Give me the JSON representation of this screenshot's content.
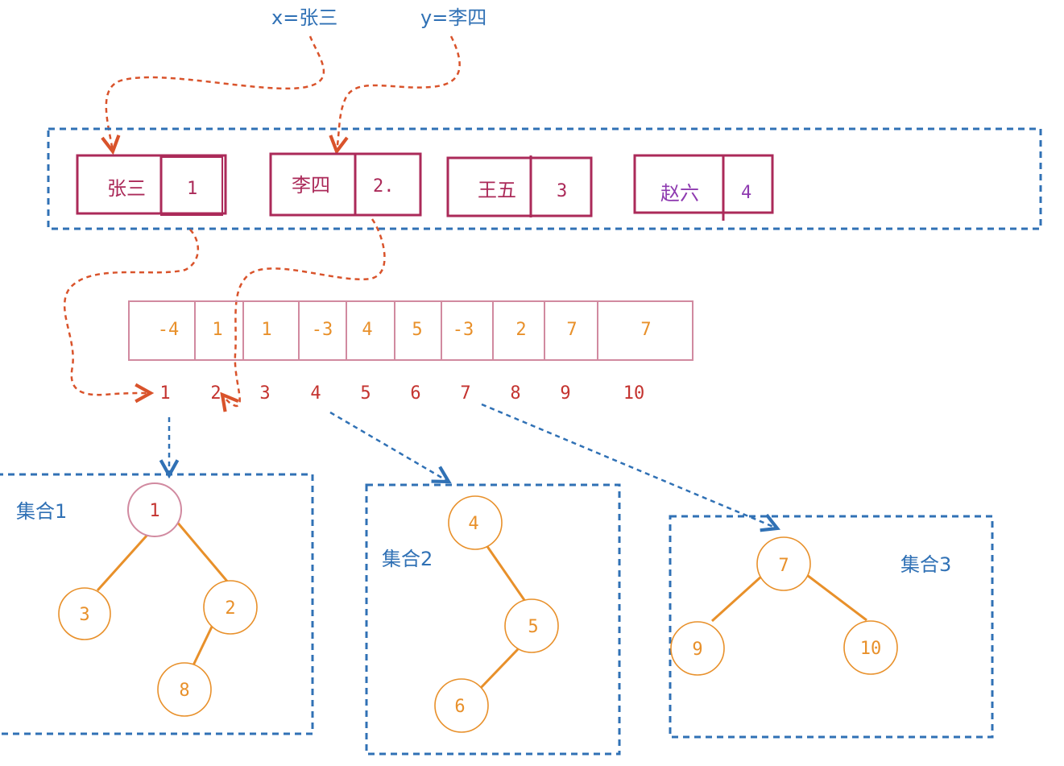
{
  "pointers": {
    "x_label": "x=张三",
    "y_label": "y=李四"
  },
  "map_entries": [
    {
      "key": "张三",
      "value": "1"
    },
    {
      "key": "李四",
      "value": "2."
    },
    {
      "key": "王五",
      "value": "3"
    },
    {
      "key": "赵六",
      "value": "4"
    }
  ],
  "array": {
    "values": [
      "-4",
      "1",
      "1",
      "-3",
      "4",
      "5",
      "-3",
      "2",
      "7",
      "7"
    ],
    "indices": [
      "1",
      "2",
      "3",
      "4",
      "5",
      "6",
      "7",
      "8",
      "9",
      "10"
    ]
  },
  "sets": [
    {
      "label": "集合1",
      "root": "1",
      "nodes": [
        "1",
        "3",
        "2",
        "8"
      ]
    },
    {
      "label": "集合2",
      "root": "4",
      "nodes": [
        "4",
        "5",
        "6"
      ]
    },
    {
      "label": "集合3",
      "root": "7",
      "nodes": [
        "7",
        "9",
        "10"
      ]
    }
  ],
  "colors": {
    "frame_blue": "#3071b5",
    "box_crimson": "#ab2a59",
    "arrow_orange": "#d9532b",
    "node_orange": "#e8902a",
    "array_pink": "#d18aa0",
    "index_red": "#c4332f",
    "purple": "#8e3ab0"
  }
}
